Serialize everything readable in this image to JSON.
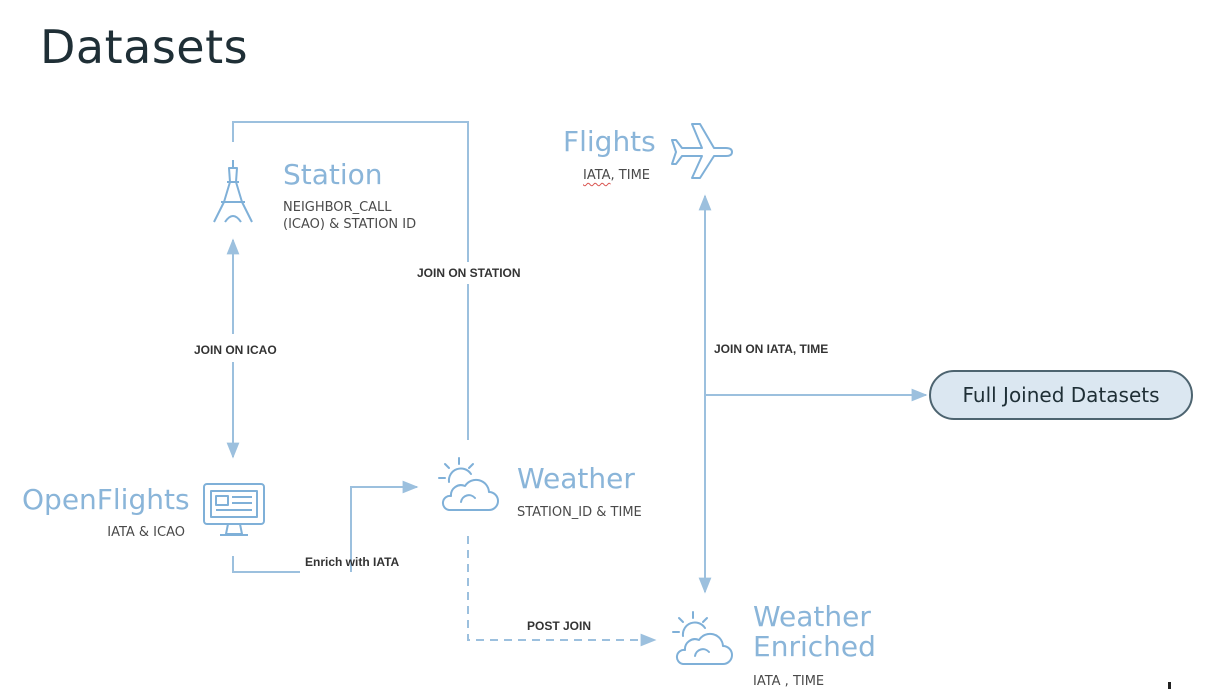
{
  "page": {
    "title": "Datasets"
  },
  "nodes": {
    "station": {
      "title": "Station",
      "subtitle_line1": "NEIGHBOR_CALL",
      "subtitle_line2": "(ICAO) & STATION ID",
      "icon": "eiffel-tower-icon"
    },
    "flights": {
      "title": "Flights",
      "subtitle_iata": "IATA",
      "subtitle_rest": ", TIME",
      "icon": "airplane-icon"
    },
    "openflights": {
      "title": "OpenFlights",
      "subtitle": "IATA & ICAO",
      "icon": "monitor-icon"
    },
    "weather": {
      "title": "Weather",
      "subtitle": "STATION_ID & TIME",
      "icon": "sun-cloud-icon"
    },
    "weather_enriched": {
      "title_line1": "Weather",
      "title_line2": "Enriched",
      "subtitle": "IATA , TIME",
      "icon": "sun-cloud-icon"
    },
    "result": {
      "label": "Full Joined Datasets"
    }
  },
  "edges": {
    "join_icao": "JOIN ON ICAO",
    "join_station": "JOIN ON STATION",
    "join_iata_time": "JOIN ON IATA, TIME",
    "enrich_iata": "Enrich with IATA",
    "post_join": "POST JOIN"
  },
  "colors": {
    "line": "#9cc0de",
    "node_title": "#8ab5d9",
    "icon": "#7fb0d8",
    "result_fill": "#dbe7f1",
    "result_border": "#4d6470"
  }
}
